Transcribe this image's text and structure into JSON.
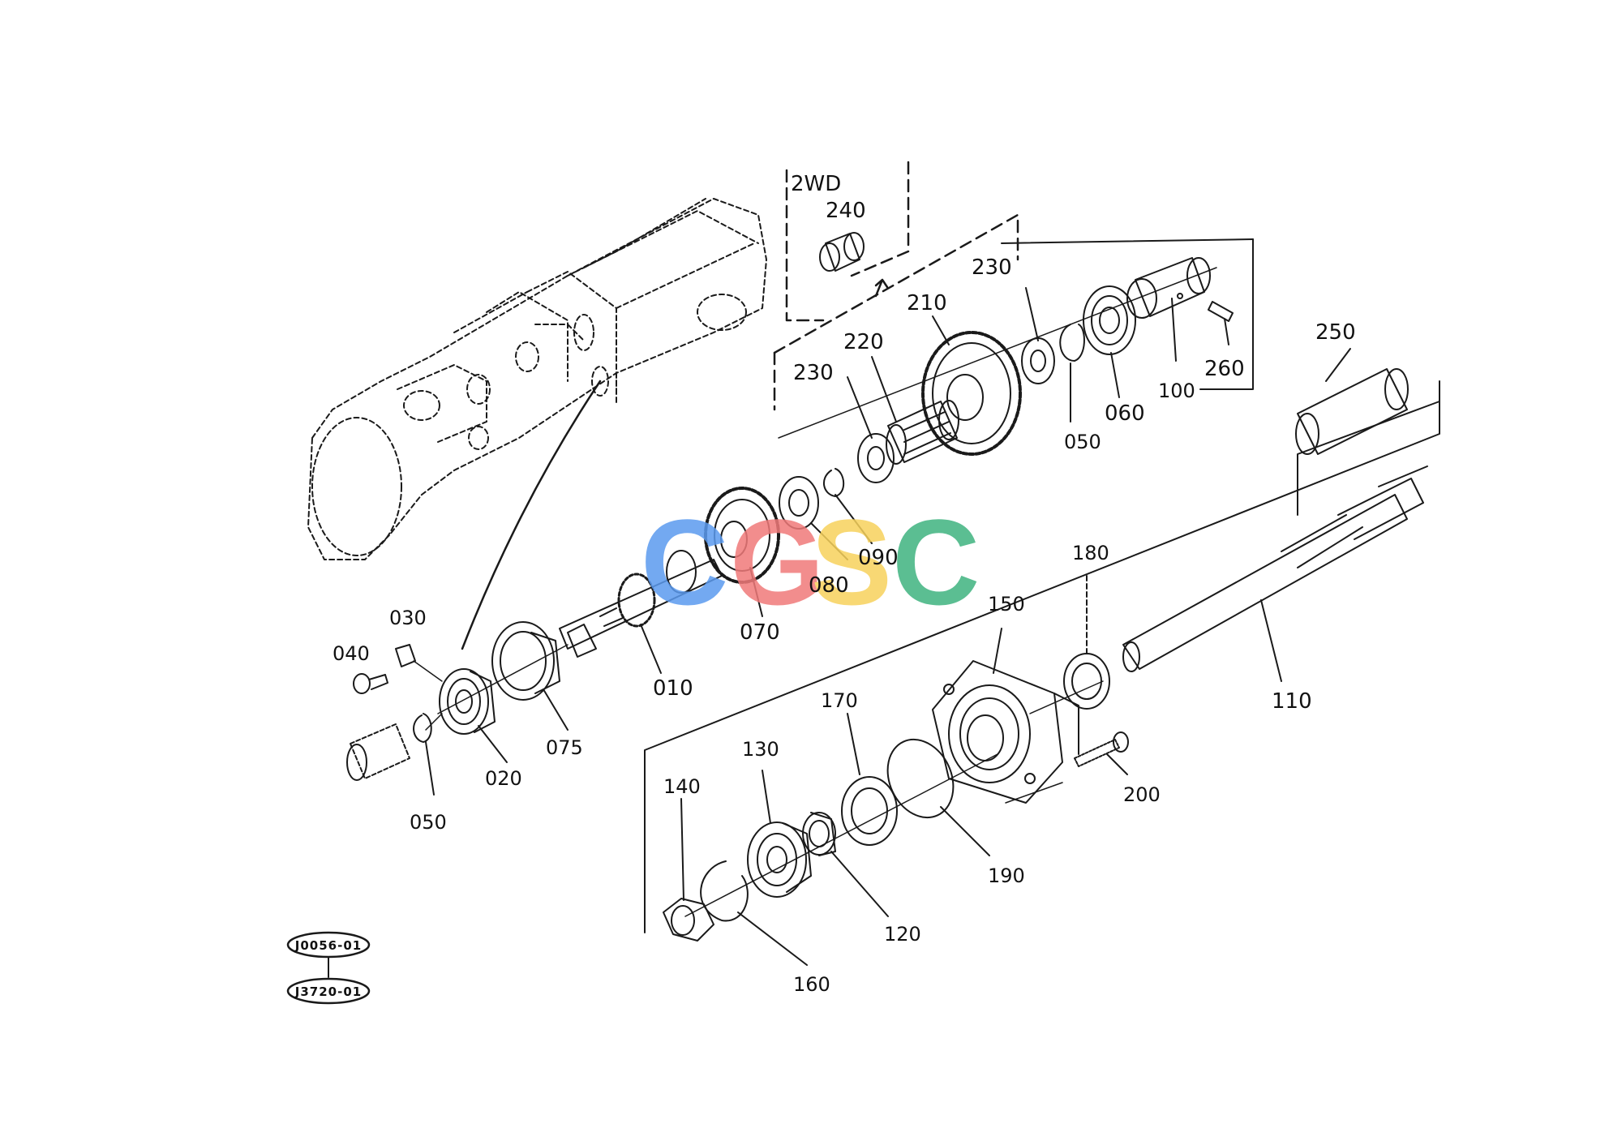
{
  "diagram": {
    "group_label": "2WD",
    "parts": [
      "010",
      "020",
      "030",
      "040",
      "050",
      "050",
      "060",
      "070",
      "075",
      "080",
      "090",
      "100",
      "110",
      "120",
      "130",
      "140",
      "150",
      "160",
      "170",
      "180",
      "190",
      "200",
      "210",
      "220",
      "230",
      "230",
      "240",
      "250",
      "260"
    ],
    "references": [
      "J0056-01",
      "J3720-01"
    ],
    "watermark": [
      "C",
      "G",
      "S",
      "C"
    ]
  },
  "colors": {
    "ink": "#1a1a1a",
    "watermark_blue": "#5b9bef",
    "watermark_red": "#f07a7a",
    "watermark_yellow": "#f7d25c",
    "watermark_green": "#3fb37f"
  }
}
